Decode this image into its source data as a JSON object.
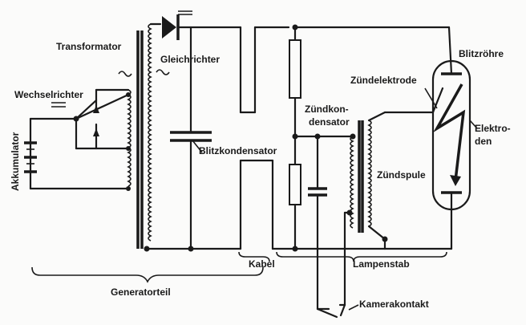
{
  "labels": {
    "transformator": "Transformator",
    "gleichrichter": "Gleichrichter",
    "wechselrichter": "Wechselrichter",
    "akkumulator": "Akkumulator",
    "blitzkondensator": "Blitzkondensator",
    "zuendkondensator_1": "Zündkon-",
    "zuendkondensator_2": "densator",
    "zuendelektrode": "Zündelektrode",
    "blitzroehre": "Blitzröhre",
    "elektroden_1": "Elektro-",
    "elektroden_2": "den",
    "zuendspule": "Zündspule",
    "kabel": "Kabel",
    "lampenstab": "Lampenstab",
    "generatorteil": "Generatorteil",
    "kamerakontakt": "Kamerakontakt"
  }
}
